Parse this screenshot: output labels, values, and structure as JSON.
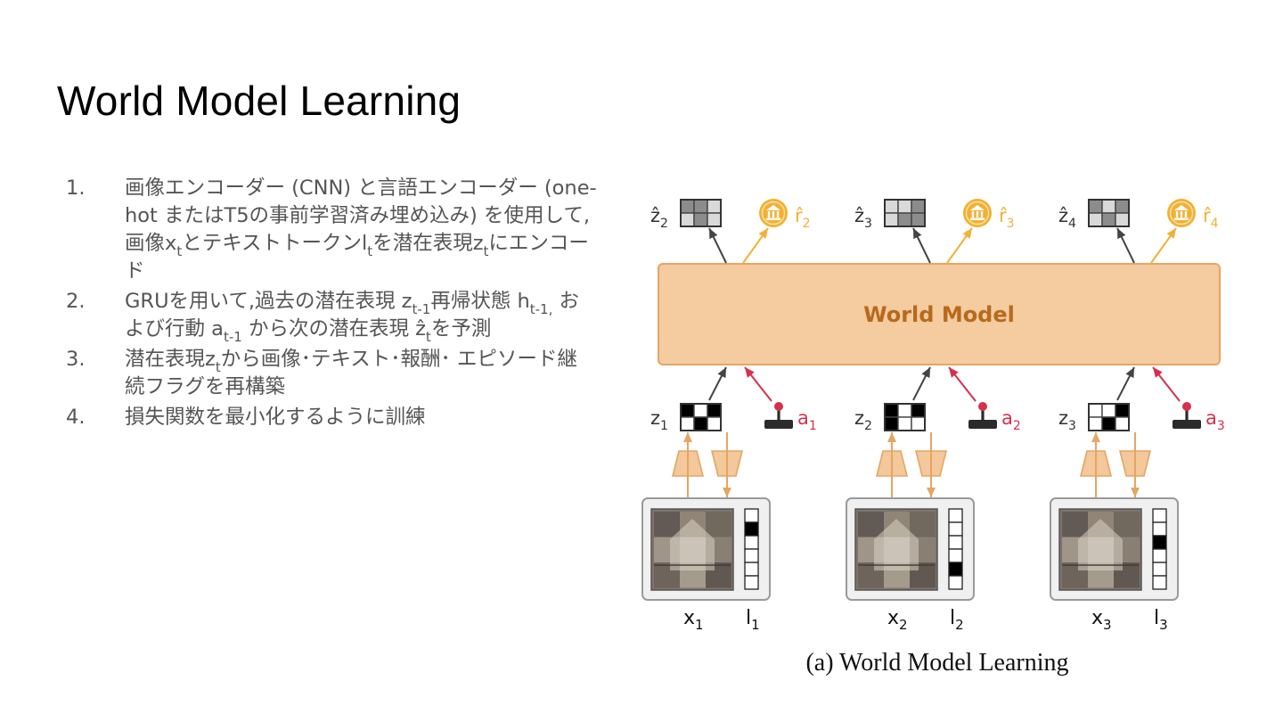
{
  "slide": {
    "title": "World Model Learning",
    "items": [
      {
        "num": "1.",
        "parts": [
          {
            "t": "画像エンコーダー (CNN) と言語エンコーダー (one-hot またはT5の事前学習済み埋め込み) を使用して,画像x"
          },
          {
            "t": "t",
            "sub": true
          },
          {
            "t": "とテキストトークンl"
          },
          {
            "t": "t",
            "sub": true
          },
          {
            "t": "を潜在表現z"
          },
          {
            "t": "t",
            "sub": true
          },
          {
            "t": "にエンコード"
          }
        ]
      },
      {
        "num": "2.",
        "parts": [
          {
            "t": "GRUを用いて,過去の潜在表現 z"
          },
          {
            "t": "t-1",
            "sub": true
          },
          {
            "t": "再帰状態 h"
          },
          {
            "t": "t-1,",
            "sub": true
          },
          {
            "t": " および行動 a"
          },
          {
            "t": "t-1",
            "sub": true
          },
          {
            "t": " から次の潜在表現 ẑ"
          },
          {
            "t": "t",
            "sub": true
          },
          {
            "t": "を予測"
          }
        ]
      },
      {
        "num": "3.",
        "parts": [
          {
            "t": "潜在表現z"
          },
          {
            "t": "t",
            "sub": true
          },
          {
            "t": "から画像･テキスト･報酬･ エピソード継続フラグを再構築"
          }
        ]
      },
      {
        "num": "4.",
        "parts": [
          {
            "t": "損失関数を最小化するように訓練"
          }
        ]
      }
    ]
  },
  "diagram": {
    "world_model_label": "World Model",
    "caption": "(a) World Model Learning",
    "colors": {
      "box_fill": "#f5cba0",
      "box_stroke": "#e6a562",
      "box_text": "#b86a1c",
      "reward": "#f2b134",
      "action": "#d6304a",
      "arrow": "#444444",
      "encoder": "#f3c89a"
    },
    "steps": [
      {
        "pred_z": {
          "base": "ẑ",
          "sub": "2"
        },
        "pred_r": {
          "base": "r̂",
          "sub": "2"
        },
        "pred_grid": [
          [
            0.55,
            0.55,
            0.85
          ],
          [
            0.85,
            0.55,
            0.85
          ]
        ],
        "z": {
          "base": "z",
          "sub": "1"
        },
        "z_grid": [
          [
            1,
            0,
            1
          ],
          [
            0,
            1,
            0
          ]
        ],
        "a": {
          "base": "a",
          "sub": "1"
        },
        "x": {
          "base": "x",
          "sub": "1"
        },
        "l": {
          "base": "l",
          "sub": "1"
        },
        "token_index": 1
      },
      {
        "pred_z": {
          "base": "ẑ",
          "sub": "3"
        },
        "pred_r": {
          "base": "r̂",
          "sub": "3"
        },
        "pred_grid": [
          [
            0.85,
            0.85,
            0.55
          ],
          [
            0.85,
            0.55,
            0.55
          ]
        ],
        "z": {
          "base": "z",
          "sub": "2"
        },
        "z_grid": [
          [
            1,
            0,
            1
          ],
          [
            1,
            0,
            0
          ]
        ],
        "a": {
          "base": "a",
          "sub": "2"
        },
        "x": {
          "base": "x",
          "sub": "2"
        },
        "l": {
          "base": "l",
          "sub": "2"
        },
        "token_index": 4
      },
      {
        "pred_z": {
          "base": "ẑ",
          "sub": "4"
        },
        "pred_r": {
          "base": "r̂",
          "sub": "4"
        },
        "pred_grid": [
          [
            0.55,
            0.85,
            0.55
          ],
          [
            0.85,
            0.55,
            0.85
          ]
        ],
        "z": {
          "base": "z",
          "sub": "3"
        },
        "z_grid": [
          [
            0,
            0,
            1
          ],
          [
            0,
            1,
            0
          ]
        ],
        "a": {
          "base": "a",
          "sub": "3"
        },
        "x": {
          "base": "x",
          "sub": "3"
        },
        "l": {
          "base": "l",
          "sub": "3"
        },
        "token_index": 2
      }
    ],
    "icons": {
      "reward": "coin-bank-icon",
      "action": "joystick-icon"
    }
  }
}
